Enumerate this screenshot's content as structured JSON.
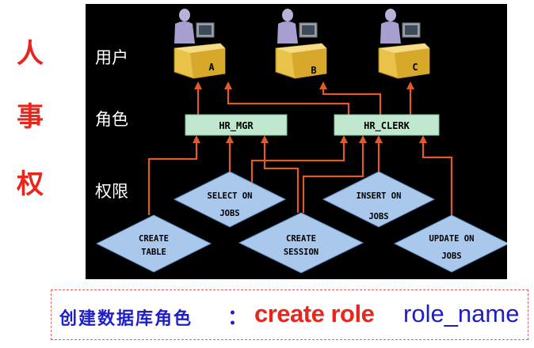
{
  "side_title": [
    "人",
    "事",
    "权"
  ],
  "row_labels": {
    "users": "用户",
    "roles": "角色",
    "privileges": "权限"
  },
  "users": [
    {
      "id": "A"
    },
    {
      "id": "B"
    },
    {
      "id": "C"
    }
  ],
  "roles": [
    {
      "id": "hr_mgr",
      "label": "HR_MGR"
    },
    {
      "id": "hr_clerk",
      "label": "HR_CLERK"
    }
  ],
  "privileges": [
    {
      "id": "create_table",
      "lines": [
        "CREATE",
        "TABLE"
      ]
    },
    {
      "id": "select_jobs",
      "lines": [
        "SELECT ON",
        "JOBS"
      ]
    },
    {
      "id": "create_session",
      "lines": [
        "CREATE",
        "SESSION"
      ]
    },
    {
      "id": "insert_jobs",
      "lines": [
        "INSERT ON",
        "JOBS"
      ]
    },
    {
      "id": "update_jobs",
      "lines": [
        "UPDATE ON",
        "JOBS"
      ]
    }
  ],
  "edges": [
    {
      "from": "create_table",
      "to": "hr_mgr"
    },
    {
      "from": "select_jobs",
      "to": "hr_mgr"
    },
    {
      "from": "create_session",
      "to": "hr_mgr"
    },
    {
      "from": "select_jobs",
      "to": "hr_clerk"
    },
    {
      "from": "create_session",
      "to": "hr_clerk"
    },
    {
      "from": "insert_jobs",
      "to": "hr_clerk"
    },
    {
      "from": "update_jobs",
      "to": "hr_clerk"
    },
    {
      "from": "hr_mgr",
      "to": "A"
    },
    {
      "from": "hr_clerk",
      "to": "A"
    },
    {
      "from": "hr_clerk",
      "to": "B"
    },
    {
      "from": "hr_clerk",
      "to": "C"
    }
  ],
  "caption": {
    "chinese": "创建数据库角色",
    "separator": "：",
    "command": "create role",
    "argument": "role_name"
  },
  "colors": {
    "accent_red": "#e8261c",
    "caption_blue": "#1e1ec8",
    "arrow": "#e05a2a",
    "role_fill": "#bfe8cf",
    "privilege_fill": "#a9c8ec",
    "desk_fill": "#e9c24a",
    "panel_bg": "#000000"
  }
}
